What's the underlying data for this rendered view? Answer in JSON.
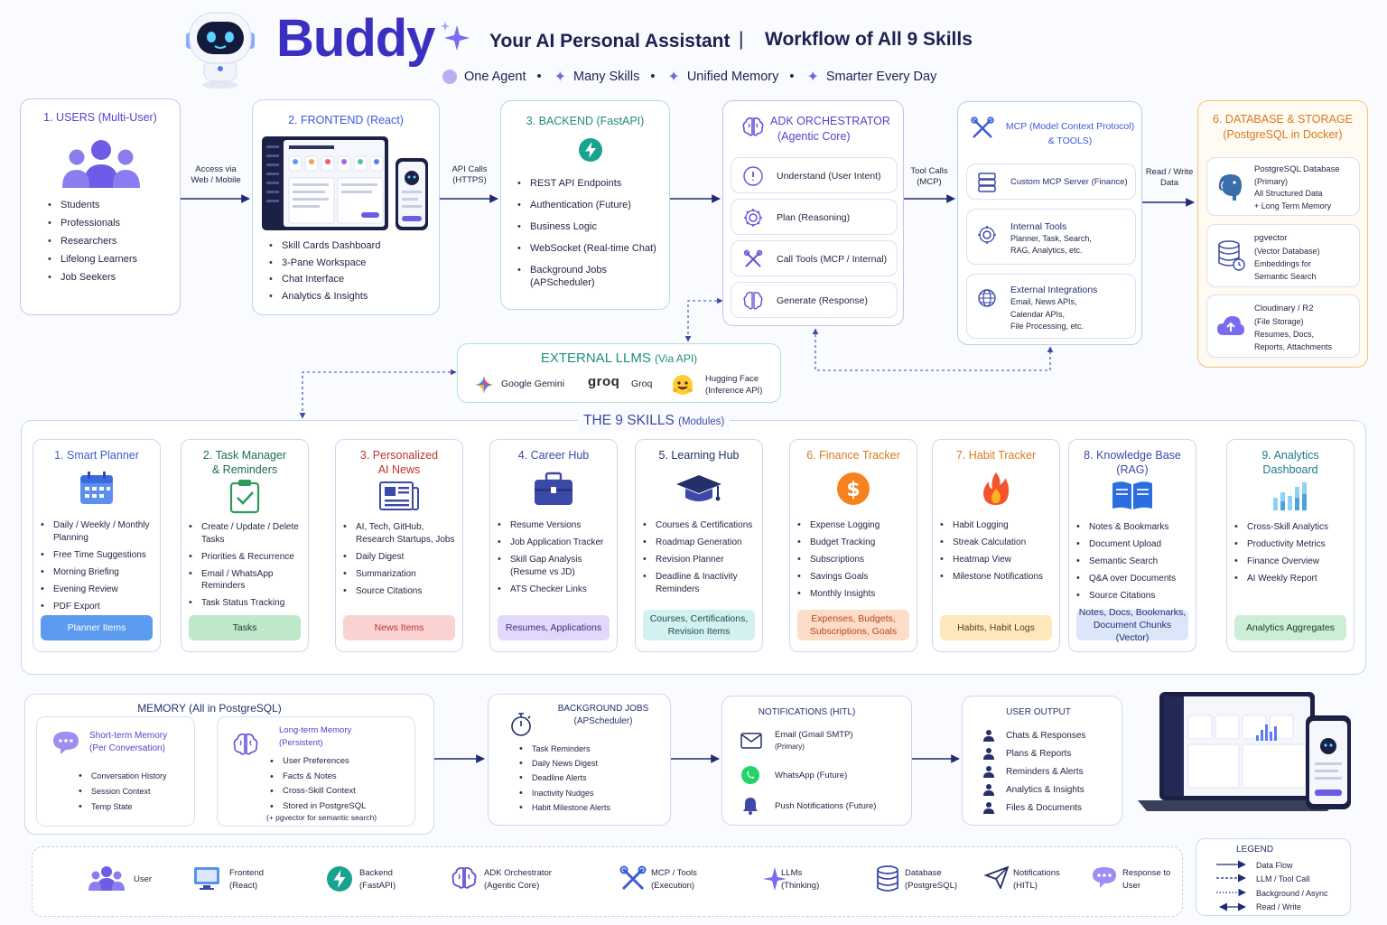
{
  "header": {
    "brand": "Buddy",
    "tagline": "Your AI Personal Assistant",
    "divider": "|",
    "workflow": "Workflow of All 9 Skills",
    "features": [
      "One Agent",
      "Many Skills",
      "Unified Memory",
      "Smarter Every Day"
    ],
    "sep": "•"
  },
  "users": {
    "title": "1. USERS (Multi-User)",
    "items": [
      "Students",
      "Professionals",
      "Researchers",
      "Lifelong Learners",
      "Job Seekers"
    ]
  },
  "frontend": {
    "title": "2. FRONTEND (React)",
    "items": [
      "Skill Cards Dashboard",
      "3-Pane Workspace",
      "Chat Interface",
      "Analytics & Insights"
    ]
  },
  "backend": {
    "title": "3. BACKEND (FastAPI)",
    "items": [
      "REST API Endpoints",
      "Authentication (Future)",
      "Business Logic",
      "WebSocket (Real-time Chat)",
      "Background Jobs (APScheduler)"
    ]
  },
  "adk": {
    "title_1": "ADK ORCHESTRATOR",
    "title_2": "(Agentic Core)",
    "steps": [
      "Understand (User Intent)",
      "Plan (Reasoning)",
      "Call Tools (MCP / Internal)",
      "Generate (Response)"
    ]
  },
  "mcp": {
    "title_1": "MCP (Model Context Protocol)",
    "title_2": "& TOOLS)",
    "custom": "Custom MCP Server (Finance)",
    "internal_title": "Internal Tools",
    "internal_desc_1": "Planner, Task, Search,",
    "internal_desc_2": "RAG, Analytics, etc.",
    "external_title": "External Integrations",
    "external_desc_1": "Email, News APIs,",
    "external_desc_2": "Calendar APIs,",
    "external_desc_3": "File Processing, etc."
  },
  "db": {
    "title_1": "6. DATABASE & STORAGE",
    "title_2": "(PostgreSQL in Docker)",
    "pg": [
      "PostgreSQL Database",
      "(Primary)",
      "All Structured Data",
      "+ Long Term Memory"
    ],
    "vec": [
      "pgvector",
      "(Vector Database)",
      "Embeddings for",
      "Semantic Search"
    ],
    "cloud": [
      "Cloudinary / R2",
      "(File Storage)",
      "Resumes, Docs,",
      "Reports, Attachments"
    ]
  },
  "arrows": {
    "access_1": "Access via",
    "access_2": "Web / Mobile",
    "api_1": "API Calls",
    "api_2": "(HTTPS)",
    "tool_1": "Tool Calls",
    "tool_2": "(MCP)",
    "rw_1": "Read / Write",
    "rw_2": "Data"
  },
  "llms": {
    "title": "EXTERNAL LLMS",
    "title_sub": "(Via API)",
    "gemini": "Google Gemini",
    "groq_logo": "groq",
    "groq": "Groq",
    "hf_1": "Hugging Face",
    "hf_2": "(Inference API)"
  },
  "skills_title": "THE 9 SKILLS",
  "skills_title_sub": "(Modules)",
  "skills": [
    {
      "name": [
        "1. Smart Planner"
      ],
      "color": "#3b5bd8",
      "items": [
        "Daily / Weekly / Monthly Planning",
        "Free Time Suggestions",
        "Morning Briefing",
        "Evening Review",
        "PDF Export"
      ],
      "pill": [
        "Planner Items"
      ],
      "pill_bg": "#5b9cf0",
      "pill_fg": "#ffffff"
    },
    {
      "name": [
        "2. Task Manager",
        "& Reminders"
      ],
      "color": "#1f6e4a",
      "items": [
        "Create / Update / Delete Tasks",
        "Priorities & Recurrence",
        "Email / WhatsApp Reminders",
        "Task Status Tracking"
      ],
      "pill": [
        "Tasks"
      ],
      "pill_bg": "#bfe7c9",
      "pill_fg": "#1e3a2a"
    },
    {
      "name": [
        "3. Personalized",
        "AI News"
      ],
      "color": "#c0322e",
      "items": [
        "AI, Tech, GitHub, Research Startups, Jobs",
        "Daily Digest",
        "Summarization",
        "Source Citations"
      ],
      "pill": [
        "News Items"
      ],
      "pill_bg": "#fbd2d2",
      "pill_fg": "#c0322e"
    },
    {
      "name": [
        "4. Career Hub"
      ],
      "color": "#3b4aa8",
      "items": [
        "Resume Versions",
        "Job Application Tracker",
        "Skill Gap Analysis (Resume vs JD)",
        "ATS Checker Links"
      ],
      "pill": [
        "Resumes, Applications"
      ],
      "pill_bg": "#e2d8fb",
      "pill_fg": "#3a2f7a"
    },
    {
      "name": [
        "5. Learning Hub"
      ],
      "color": "#23306a",
      "items": [
        "Courses & Certifications",
        "Roadmap Generation",
        "Revision Planner",
        "Deadline & Inactivity Reminders"
      ],
      "pill": [
        "Courses, Certifications,",
        "Revision Items"
      ],
      "pill_bg": "#d3f1f0",
      "pill_fg": "#1f4d52"
    },
    {
      "name": [
        "6. Finance Tracker"
      ],
      "color": "#d9791c",
      "items": [
        "Expense Logging",
        "Budget Tracking",
        "Subscriptions",
        "Savings Goals",
        "Monthly Insights"
      ],
      "pill": [
        "Expenses, Budgets,",
        "Subscriptions, Goals"
      ],
      "pill_bg": "#fddcc8",
      "pill_fg": "#b8461c"
    },
    {
      "name": [
        "7. Habit Tracker"
      ],
      "color": "#d9791c",
      "items": [
        "Habit Logging",
        "Streak Calculation",
        "Heatmap View",
        "Milestone Notifications"
      ],
      "pill": [
        "Habits, Habit Logs"
      ],
      "pill_bg": "#fde9bd",
      "pill_fg": "#5a4410"
    },
    {
      "name": [
        "8. Knowledge Base",
        "(RAG)"
      ],
      "color": "#3b4aa8",
      "items": [
        "Notes & Bookmarks",
        "Document Upload",
        "Semantic Search",
        "Q&A over Documents",
        "Source Citations"
      ],
      "pill": [
        "Notes, Docs, Bookmarks,",
        "Document Chunks (Vector)"
      ],
      "pill_bg": "#dbe6fb",
      "pill_fg": "#23306a"
    },
    {
      "name": [
        "9. Analytics",
        "Dashboard"
      ],
      "color": "#1f7a88",
      "items": [
        "Cross-Skill Analytics",
        "Productivity Metrics",
        "Finance Overview",
        "AI Weekly Report"
      ],
      "pill": [
        "Analytics Aggregates"
      ],
      "pill_bg": "#cdeed6",
      "pill_fg": "#1e3a2a"
    }
  ],
  "memory": {
    "title": "MEMORY (All in PostgreSQL)",
    "short_1": "Short-term Memory",
    "short_2": "(Per Conversation)",
    "short_items": [
      "Conversation History",
      "Session Context",
      "Temp State"
    ],
    "long_1": "Long-term Memory",
    "long_2": "(Persistent)",
    "long_items": [
      "User Preferences",
      "Facts & Notes",
      "Cross-Skill Context",
      "Stored in PostgreSQL"
    ],
    "long_note": "(+ pgvector for semantic search)"
  },
  "jobs": {
    "title_1": "BACKGROUND JOBS",
    "title_2": "(APScheduler)",
    "items": [
      "Task Reminders",
      "Daily News Digest",
      "Deadline Alerts",
      "Inactivity Nudges",
      "Habit Milestone Alerts"
    ]
  },
  "notif": {
    "title": "NOTIFICATIONS (HITL)",
    "email_1": "Email (Gmail SMTP)",
    "email_2": "(Primary)",
    "whatsapp": "WhatsApp (Future)",
    "push": "Push Notifications (Future)"
  },
  "output": {
    "title": "USER OUTPUT",
    "items": [
      "Chats & Responses",
      "Plans & Reports",
      "Reminders & Alerts",
      "Analytics & Insights",
      "Files & Documents"
    ]
  },
  "flow": [
    [
      "User",
      ""
    ],
    [
      "Frontend",
      "(React)"
    ],
    [
      "Backend",
      "(FastAPI)"
    ],
    [
      "ADK Orchestrator",
      "(Agentic Core)"
    ],
    [
      "MCP / Tools",
      "(Execution)"
    ],
    [
      "LLMs",
      "(Thinking)"
    ],
    [
      "Database",
      "(PostgreSQL)"
    ],
    [
      "Notifications",
      "(HITL)"
    ],
    [
      "Response to",
      "User"
    ]
  ],
  "legend": {
    "title": "LEGEND",
    "items": [
      "Data Flow",
      "LLM / Tool Call",
      "Background / Async",
      "Read / Write"
    ]
  },
  "colors": {
    "purple": "#5b3fc9",
    "blue": "#3b5bd8",
    "teal": "#1f8e7a",
    "orange": "#d9791c",
    "navy": "#23306a",
    "arrow": "#1f2b78"
  }
}
